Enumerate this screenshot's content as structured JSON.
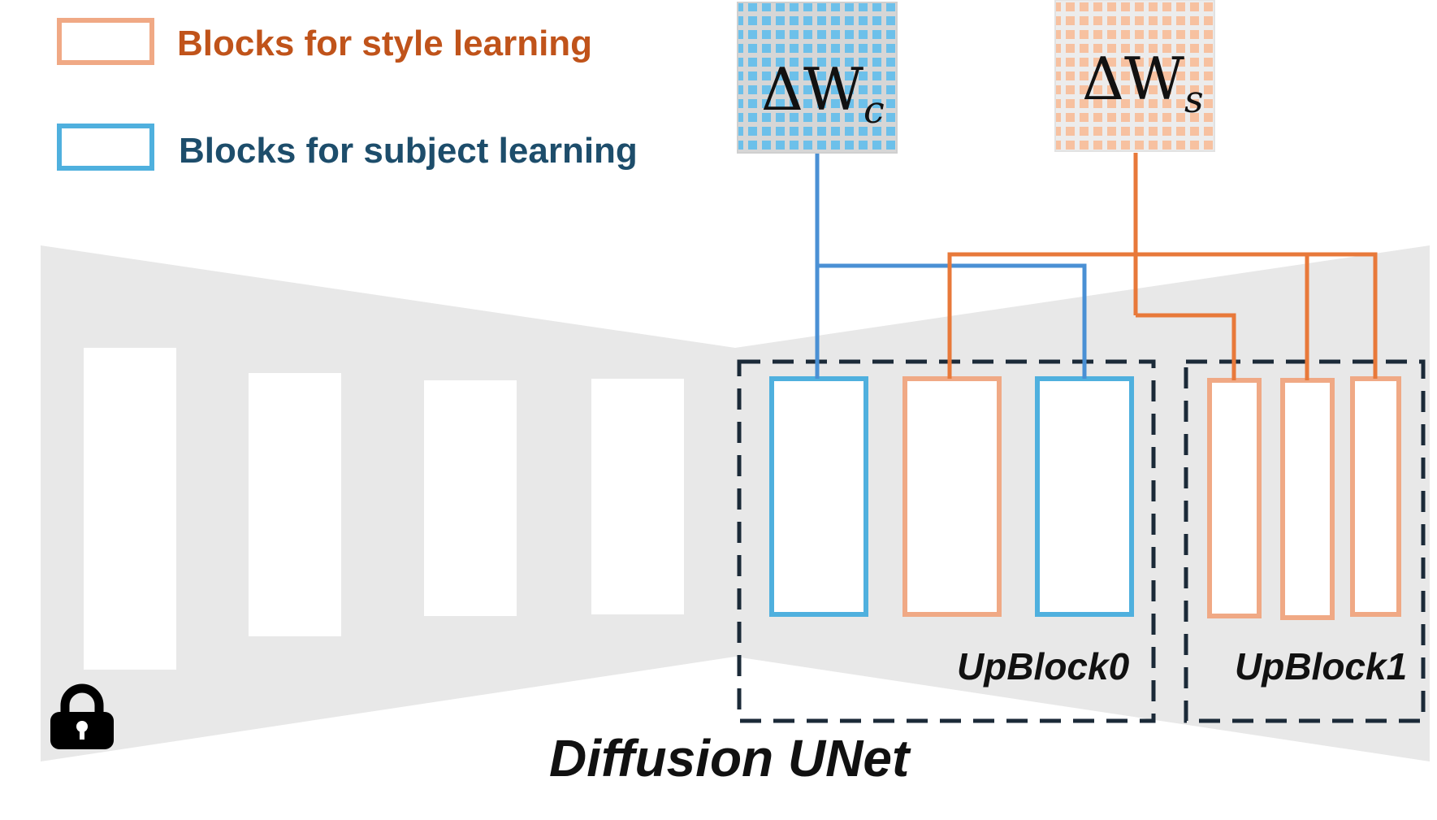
{
  "legend": {
    "style_label": "Blocks for style learning",
    "subject_label": "Blocks for subject learning"
  },
  "weights": {
    "content": {
      "delta": "ΔW",
      "subscript": "c"
    },
    "style": {
      "delta": "ΔW",
      "subscript": "s"
    }
  },
  "groups": {
    "upblock0": "UpBlock0",
    "upblock1": "UpBlock1"
  },
  "title": "Diffusion UNet",
  "colors": {
    "style": "#f0a985",
    "subject": "#4fb0de",
    "style_wire": "#e8793a",
    "subject_wire": "#4a90d4",
    "style_text": "#c0531a",
    "subject_text": "#1d4d6b",
    "unet_body": "#e8e8e8",
    "dash": "#1b2a38"
  },
  "icons": {
    "frozen": "lock-icon"
  }
}
